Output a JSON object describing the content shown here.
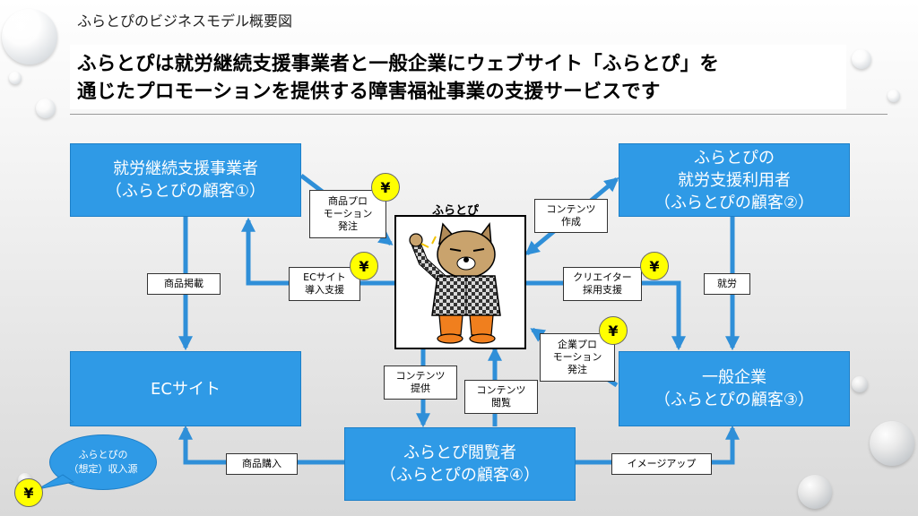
{
  "subtitle": "ふらとぴのビジネスモデル概要図",
  "headline": {
    "line1": "ふらとぴは就労継続支援事業者と一般企業にウェブサイト「ふらとぴ」を",
    "line2": "通じたプロモーションを提供する障害福祉事業の支援サービスです"
  },
  "center": {
    "title": "ふらとぴ"
  },
  "nodes": {
    "provider": {
      "line1": "就労継続支援事業者",
      "line2": "（ふらとぴの顧客①）"
    },
    "user": {
      "line1": "ふらとぴの",
      "line2": "就労支援利用者",
      "line3": "（ふらとぴの顧客②）"
    },
    "ec": {
      "line1": "ECサイト"
    },
    "company": {
      "line1": "一般企業",
      "line2": "（ふらとぴの顧客③）"
    },
    "viewer": {
      "line1": "ふらとぴ閲覧者",
      "line2": "（ふらとぴの顧客④）"
    }
  },
  "labels": {
    "product_promo": [
      "商品プロ",
      "モーション",
      "発注"
    ],
    "ec_support": [
      "ECサイト",
      "導入支援"
    ],
    "product_listing": [
      "商品掲載"
    ],
    "contents_create": [
      "コンテンツ",
      "作成"
    ],
    "creator_hiring": [
      "クリエイター",
      "採用支援"
    ],
    "work": [
      "就労"
    ],
    "corp_promo": [
      "企業プロ",
      "モーション",
      "発注"
    ],
    "contents_provide": [
      "コンテンツ",
      "提供"
    ],
    "contents_view": [
      "コンテンツ",
      "閲覧"
    ],
    "purchase": [
      "商品購入"
    ],
    "image_up": [
      "イメージアップ"
    ]
  },
  "legend": {
    "line1": "ふらとぴの",
    "line2": "（想定）収入源"
  },
  "yen_symbol": "¥",
  "colors": {
    "node_blue": "#2f9ae6",
    "arrow_blue": "#2f8fd8",
    "yen_yellow": "#ffff00"
  }
}
